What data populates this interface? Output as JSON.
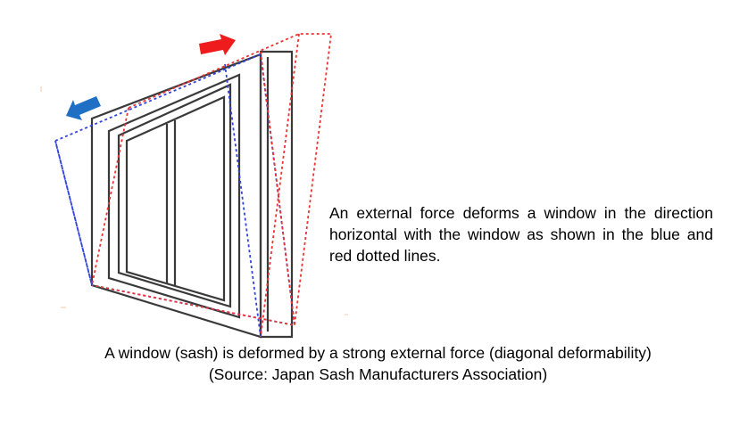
{
  "description": "An external force deforms a window in the direction horizontal with the window as shown in the blue and red dotted lines.",
  "caption": {
    "line1": "A window (sash) is deformed by a strong external force (diagonal deformability)",
    "line2": "(Source: Japan Sash Manufacturers Association)"
  },
  "colors": {
    "frame": "#3a3a3a",
    "blue_outline": "#3344dd",
    "red_outline": "#ee3333",
    "blue_arrow": "#1f6fc4",
    "red_arrow": "#ee1c1c"
  },
  "icons": {
    "blue_arrow": "arrow-left-icon",
    "red_arrow": "arrow-right-icon"
  }
}
